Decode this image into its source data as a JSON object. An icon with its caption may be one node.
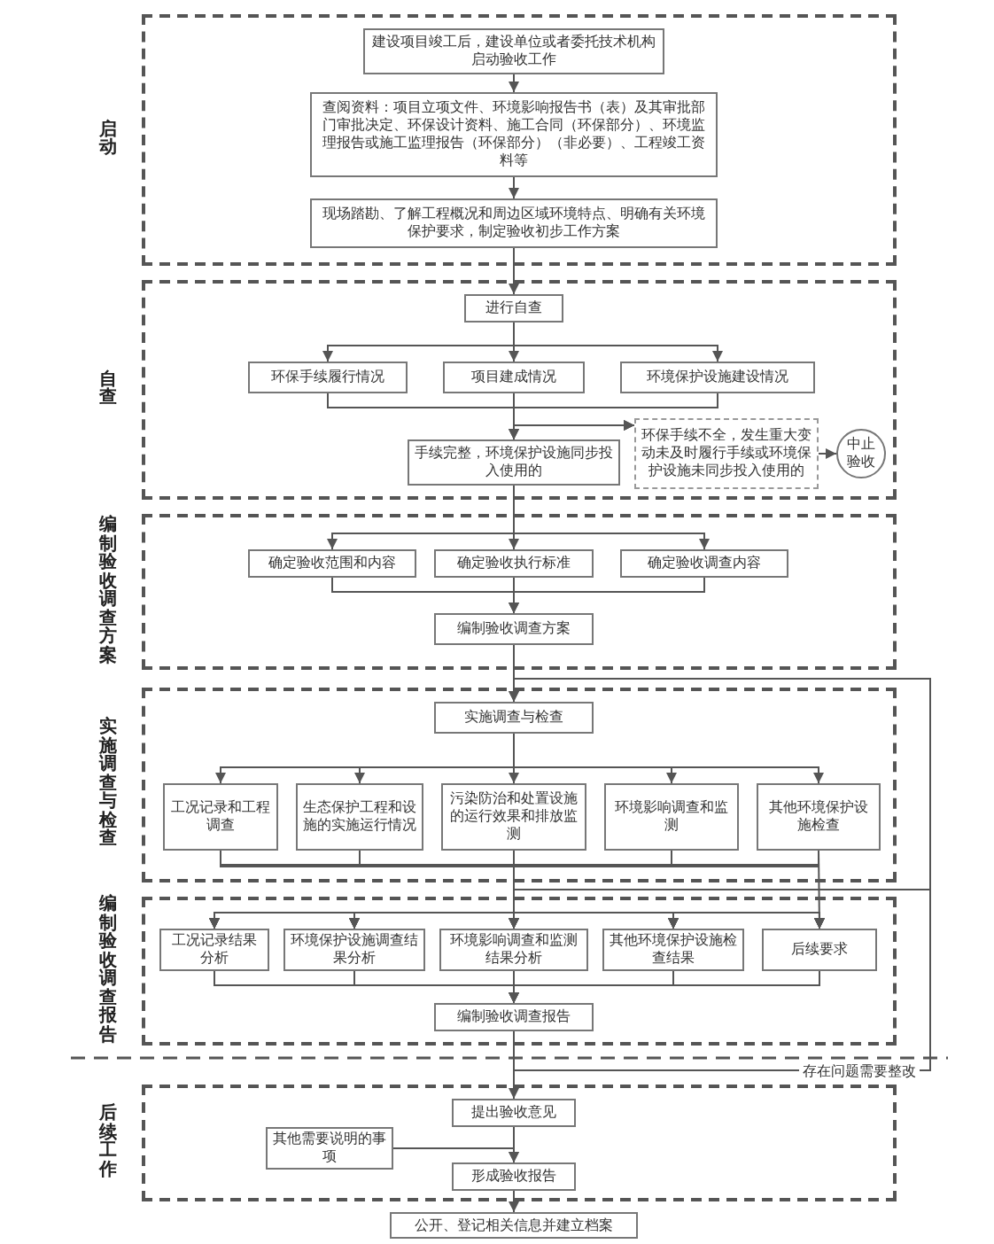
{
  "diagram": {
    "nodes": [
      {
        "text": [
          "启动"
        ]
      },
      {
        "text": [
          "建设项目竣工后，建设单位或者委托技术机构启动验收工作"
        ],
        "in": 0
      },
      {
        "text": [
          "查阅资料：项目立项文件、环境影响报告书（表）及其审批部门审批决定、环保设计资料、施工合同（环保部分）、环境监理报告或施工监理报告（环保部分）（非必要）、工程竣工资料等"
        ],
        "in": 0
      },
      {
        "text": [
          "现场踏勘、了解工程概况和周边区域环境特点、明确有关环境保护要求，制定验收初步工作方案"
        ],
        "in": 0
      },
      {
        "text": [
          "自查"
        ]
      },
      {
        "text": [
          "进行自查"
        ],
        "in": 4
      },
      {
        "text": [
          "环保手续履行情况"
        ],
        "in": 4
      },
      {
        "text": [
          "项目建成情况"
        ],
        "in": 4
      },
      {
        "text": [
          "环境保护设施建设情况"
        ],
        "in": 4
      },
      {
        "text": [
          "手续完整，环境保护设施同步投入使用的"
        ],
        "in": 4
      },
      {
        "text": [
          "环保手续不全，发生重大变动未及时履行手续或环境保护设施未同步投入使用的"
        ],
        "in": 4
      },
      {
        "text": [
          "中止验收"
        ],
        "in": 4
      },
      {
        "text": [
          "编制验收调查方案"
        ]
      },
      {
        "text": [
          "确定验收范围和内容"
        ],
        "in": 12
      },
      {
        "text": [
          "确定验收执行标准"
        ],
        "in": 12
      },
      {
        "text": [
          "确定验收调查内容"
        ],
        "in": 12
      },
      {
        "text": [
          "编制验收调查方案"
        ],
        "in": 12
      },
      {
        "text": [
          "实施调查与检查"
        ]
      },
      {
        "text": [
          "实施调查与检查"
        ],
        "in": 17
      },
      {
        "text": [
          "工况记录和工程调查"
        ],
        "in": 17
      },
      {
        "text": [
          "生态保护工程和设施的实施运行情况"
        ],
        "in": 17
      },
      {
        "text": [
          "污染防治和处置设施的运行效果和排放监测"
        ],
        "in": 17
      },
      {
        "text": [
          "环境影响调查和监测"
        ],
        "in": 17
      },
      {
        "text": [
          "其他环境保护设施检查"
        ],
        "in": 17
      },
      {
        "text": [
          "编制验收调查报告"
        ]
      },
      {
        "text": [
          "工况记录结果分析"
        ],
        "in": 24
      },
      {
        "text": [
          "环境保护设施调查结果分析"
        ],
        "in": 24
      },
      {
        "text": [
          "环境影响调查和监测结果分析"
        ],
        "in": 24
      },
      {
        "text": [
          "其他环境保护设施检查结果"
        ],
        "in": 24
      },
      {
        "text": [
          "后续要求"
        ],
        "in": 24
      },
      {
        "text": [
          "编制验收调查报告"
        ],
        "in": 24
      },
      {
        "text": [
          "后续工作"
        ]
      },
      {
        "text": [
          "提出验收意见"
        ],
        "in": 31
      },
      {
        "text": [
          "其他需要说明的事项"
        ],
        "in": 31
      },
      {
        "text": [
          "形成验收报告"
        ],
        "in": 31
      },
      {
        "text": [
          "公开、登记相关信息并建立档案"
        ]
      }
    ],
    "edges": [
      {
        "from": 1,
        "to": 2,
        "arrow": "to"
      },
      {
        "from": 2,
        "to": 3,
        "arrow": "to"
      },
      {
        "from": 3,
        "to": 5,
        "arrow": "to"
      },
      {
        "from": 5,
        "to": 6,
        "arrow": "to"
      },
      {
        "from": 5,
        "to": 7,
        "arrow": "to"
      },
      {
        "from": 5,
        "to": 8,
        "arrow": "to"
      },
      {
        "from": 6,
        "to": 9,
        "arrow": "to"
      },
      {
        "from": 7,
        "to": 9,
        "arrow": "to"
      },
      {
        "from": 8,
        "to": 9,
        "arrow": "to"
      },
      {
        "from": 6,
        "to": 10,
        "arrow": "to"
      },
      {
        "from": 7,
        "to": 10,
        "arrow": "to"
      },
      {
        "from": 8,
        "to": 10,
        "arrow": "to"
      },
      {
        "from": 10,
        "to": 11,
        "arrow": "to"
      },
      {
        "from": 9,
        "to": 13,
        "arrow": "to"
      },
      {
        "from": 9,
        "to": 14,
        "arrow": "to"
      },
      {
        "from": 9,
        "to": 15,
        "arrow": "to"
      },
      {
        "from": 13,
        "to": 16,
        "arrow": "to"
      },
      {
        "from": 14,
        "to": 16,
        "arrow": "to"
      },
      {
        "from": 15,
        "to": 16,
        "arrow": "to"
      },
      {
        "from": 16,
        "to": 18,
        "arrow": "to"
      },
      {
        "from": 18,
        "to": 19,
        "arrow": "to"
      },
      {
        "from": 18,
        "to": 20,
        "arrow": "to"
      },
      {
        "from": 18,
        "to": 21,
        "arrow": "to"
      },
      {
        "from": 18,
        "to": 22,
        "arrow": "to"
      },
      {
        "from": 18,
        "to": 23,
        "arrow": "to"
      },
      {
        "from": 19,
        "to": 25,
        "arrow": "to"
      },
      {
        "from": 19,
        "to": 26,
        "arrow": "to"
      },
      {
        "from": 19,
        "to": 27,
        "arrow": "to"
      },
      {
        "from": 19,
        "to": 28,
        "arrow": "to"
      },
      {
        "from": 19,
        "to": 29,
        "arrow": "to"
      },
      {
        "from": 20,
        "to": 25,
        "arrow": "to"
      },
      {
        "from": 20,
        "to": 26,
        "arrow": "to"
      },
      {
        "from": 20,
        "to": 27,
        "arrow": "to"
      },
      {
        "from": 20,
        "to": 28,
        "arrow": "to"
      },
      {
        "from": 20,
        "to": 29,
        "arrow": "to"
      },
      {
        "from": 21,
        "to": 25,
        "arrow": "to"
      },
      {
        "from": 21,
        "to": 26,
        "arrow": "to"
      },
      {
        "from": 21,
        "to": 27,
        "arrow": "to"
      },
      {
        "from": 21,
        "to": 28,
        "arrow": "to"
      },
      {
        "from": 21,
        "to": 29,
        "arrow": "to"
      },
      {
        "from": 22,
        "to": 25,
        "arrow": "to"
      },
      {
        "from": 22,
        "to": 26,
        "arrow": "to"
      },
      {
        "from": 22,
        "to": 27,
        "arrow": "to"
      },
      {
        "from": 22,
        "to": 28,
        "arrow": "to"
      },
      {
        "from": 22,
        "to": 29,
        "arrow": "to"
      },
      {
        "from": 23,
        "to": 25,
        "arrow": "to"
      },
      {
        "from": 23,
        "to": 26,
        "arrow": "to"
      },
      {
        "from": 23,
        "to": 27,
        "arrow": "to"
      },
      {
        "from": 23,
        "to": 28,
        "arrow": "to"
      },
      {
        "from": 23,
        "to": 29,
        "arrow": "to"
      },
      {
        "from": 25,
        "to": 30,
        "arrow": "to"
      },
      {
        "from": 26,
        "to": 30,
        "arrow": "to"
      },
      {
        "from": 27,
        "to": 30,
        "arrow": "to"
      },
      {
        "from": 28,
        "to": 30,
        "arrow": "to"
      },
      {
        "from": 29,
        "to": 30,
        "arrow": "to"
      },
      {
        "from": 30,
        "to": 18,
        "arrow": "to",
        "label": "存在问题需要整改"
      },
      {
        "from": 30,
        "to": 25,
        "arrow": "to"
      },
      {
        "from": 30,
        "to": 26,
        "arrow": "to"
      },
      {
        "from": 30,
        "to": 27,
        "arrow": "to"
      },
      {
        "from": 30,
        "to": 28,
        "arrow": "to"
      },
      {
        "from": 30,
        "to": 29,
        "arrow": "to"
      },
      {
        "from": 30,
        "to": 32,
        "arrow": "to"
      },
      {
        "from": 32,
        "to": 34,
        "arrow": "to"
      },
      {
        "from": 33,
        "to": 34,
        "arrow": "to"
      },
      {
        "from": 34,
        "to": 35,
        "arrow": "to"
      }
    ]
  }
}
